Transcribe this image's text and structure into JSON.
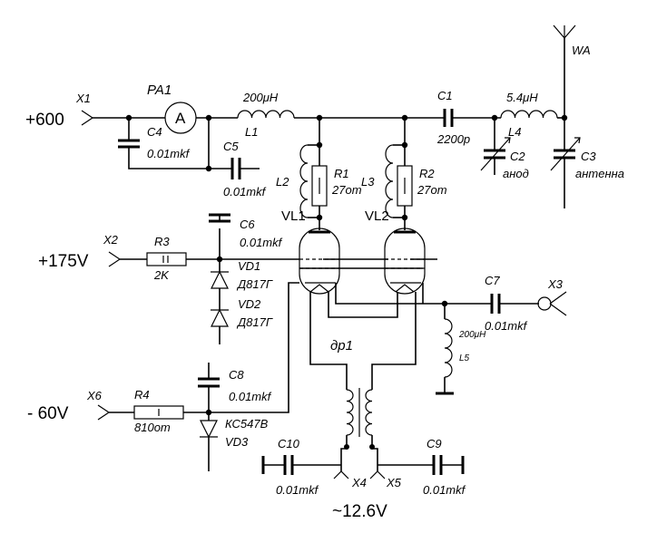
{
  "connectors": {
    "x1": {
      "ref": "X1",
      "voltage": "+600"
    },
    "x2": {
      "ref": "X2",
      "voltage": "+175V"
    },
    "x6": {
      "ref": "X6",
      "voltage": "- 60V"
    },
    "x3": {
      "ref": "X3"
    },
    "x4": {
      "ref": "X4"
    },
    "x5": {
      "ref": "X5"
    },
    "heater": "~12.6V"
  },
  "meter": {
    "ref": "PA1",
    "symbol": "A"
  },
  "antenna": {
    "ref": "WA"
  },
  "inductors": {
    "l1": {
      "ref": "L1",
      "value": "200μH"
    },
    "l2": {
      "ref": "L2"
    },
    "l3": {
      "ref": "L3"
    },
    "l4": {
      "ref": "L4",
      "value": "5.4μH"
    },
    "l5": {
      "ref": "L5",
      "value": "200μH"
    }
  },
  "resistors": {
    "r1": {
      "ref": "R1",
      "value": "27om"
    },
    "r2": {
      "ref": "R2",
      "value": "27om"
    },
    "r3": {
      "ref": "R3",
      "value": "2K"
    },
    "r4": {
      "ref": "R4",
      "value": "810om"
    }
  },
  "capacitors": {
    "c1": {
      "ref": "C1",
      "value": "2200p"
    },
    "c2": {
      "ref": "C2",
      "value": "анод"
    },
    "c3": {
      "ref": "C3",
      "value": "антенна"
    },
    "c4": {
      "ref": "C4",
      "value": "0.01mkf"
    },
    "c5": {
      "ref": "C5",
      "value": "0.01mkf"
    },
    "c6": {
      "ref": "C6",
      "value": "0.01mkf"
    },
    "c7": {
      "ref": "C7",
      "value": "0.01mkf"
    },
    "c8": {
      "ref": "C8",
      "value": "0.01mkf"
    },
    "c9": {
      "ref": "C9",
      "value": "0.01mkf"
    },
    "c10": {
      "ref": "C10",
      "value": "0.01mkf"
    }
  },
  "diodes": {
    "vd1": {
      "ref": "VD1",
      "part": "Д817Г"
    },
    "vd2": {
      "ref": "VD2",
      "part": "Д817Г"
    },
    "vd3": {
      "ref": "VD3",
      "part": "КС547В"
    }
  },
  "tubes": {
    "vl1": {
      "ref": "VL1"
    },
    "vl2": {
      "ref": "VL2"
    }
  },
  "transformer": {
    "ref": "др1"
  }
}
